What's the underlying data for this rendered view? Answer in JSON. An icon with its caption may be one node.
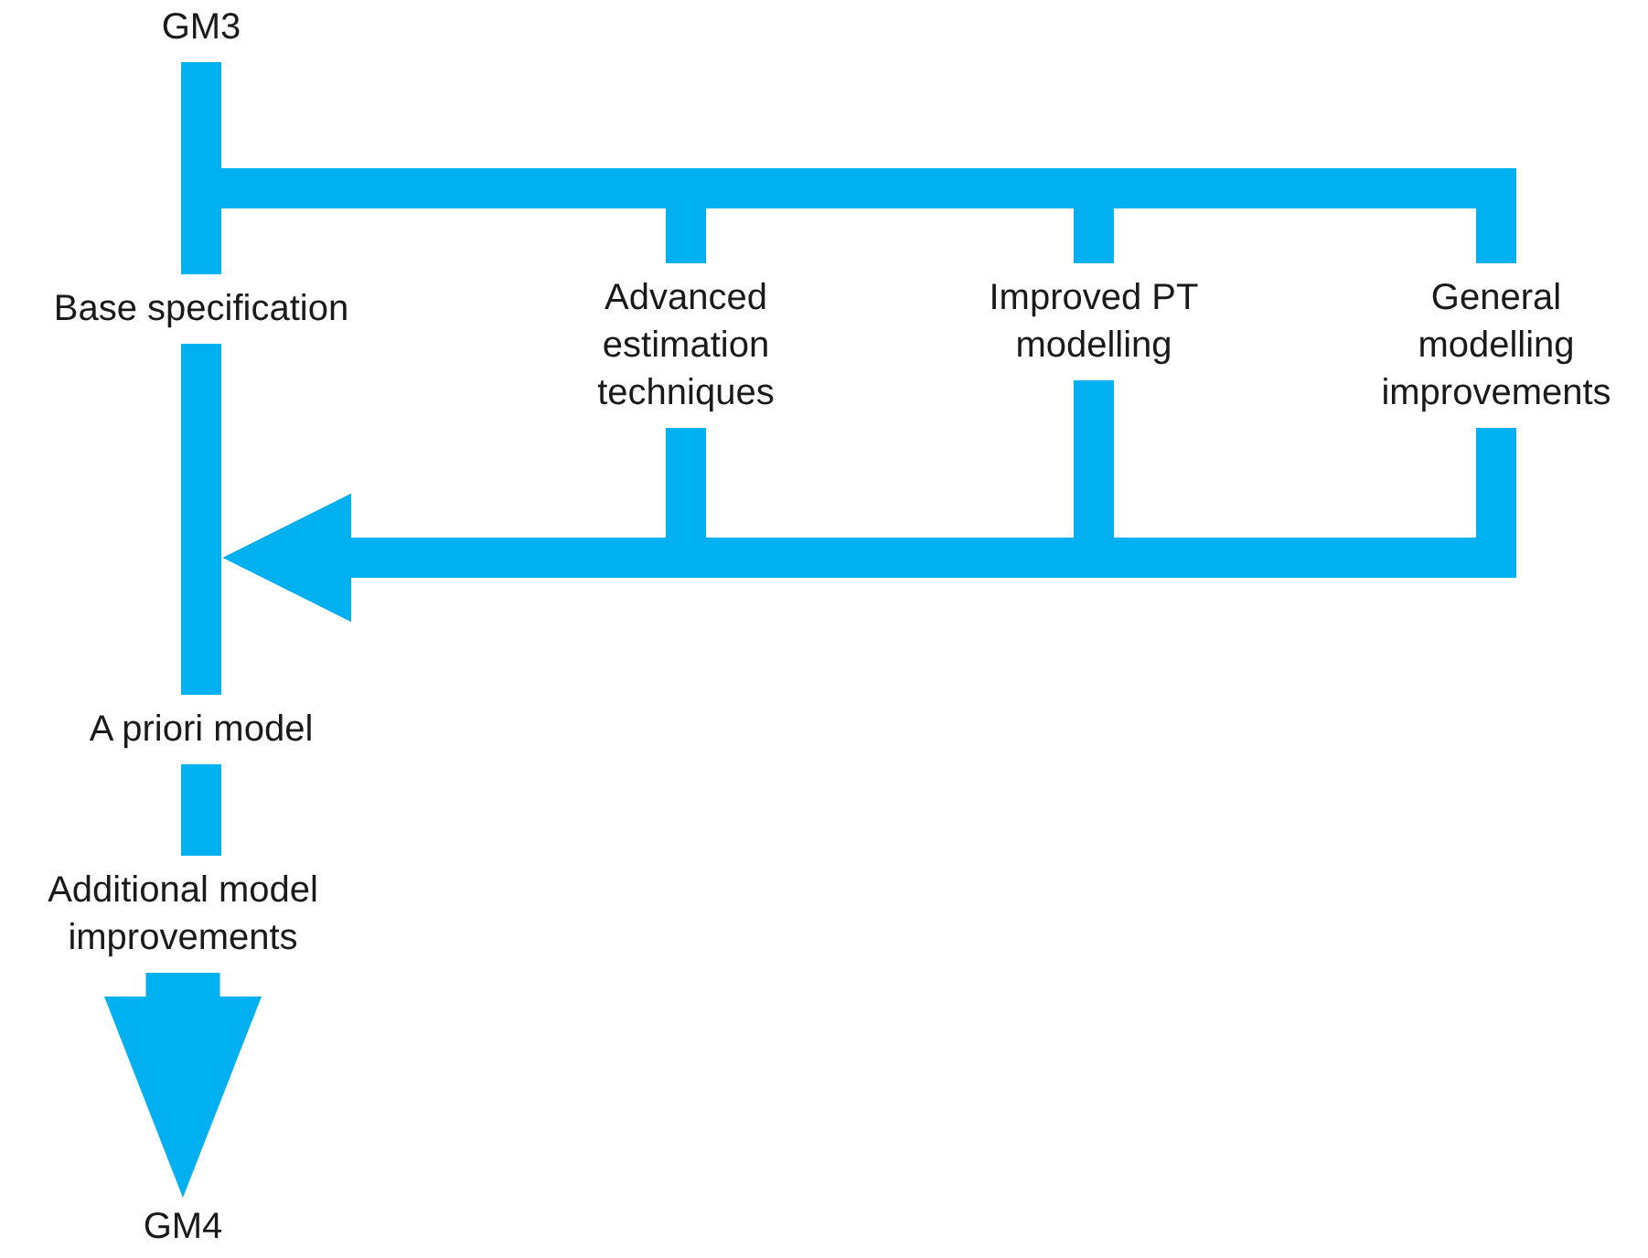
{
  "diagram": {
    "nodes": [
      {
        "text": [
          "GM3"
        ]
      },
      {
        "text": [
          "Base specification"
        ]
      },
      {
        "text": [
          "Advanced estimation techniques"
        ]
      },
      {
        "text": [
          "Improved PT modelling"
        ]
      },
      {
        "text": [
          "General modelling improvements"
        ]
      },
      {
        "text": [
          "A priori model"
        ]
      },
      {
        "text": [
          "Additional model improvements"
        ]
      },
      {
        "text": [
          "GM4"
        ]
      }
    ],
    "edges": [
      {
        "from": 0,
        "to": 1,
        "arrow": "none"
      },
      {
        "from": 0,
        "to": 2,
        "arrow": "none"
      },
      {
        "from": 0,
        "to": 3,
        "arrow": "none"
      },
      {
        "from": 0,
        "to": 4,
        "arrow": "none"
      },
      {
        "from": 2,
        "to": 5,
        "arrow": "to"
      },
      {
        "from": 3,
        "to": 5,
        "arrow": "to"
      },
      {
        "from": 4,
        "to": 5,
        "arrow": "to"
      },
      {
        "from": 1,
        "to": 5,
        "arrow": "none"
      },
      {
        "from": 5,
        "to": 6,
        "arrow": "none"
      },
      {
        "from": 6,
        "to": 7,
        "arrow": "to",
        "style": "thick"
      }
    ]
  }
}
